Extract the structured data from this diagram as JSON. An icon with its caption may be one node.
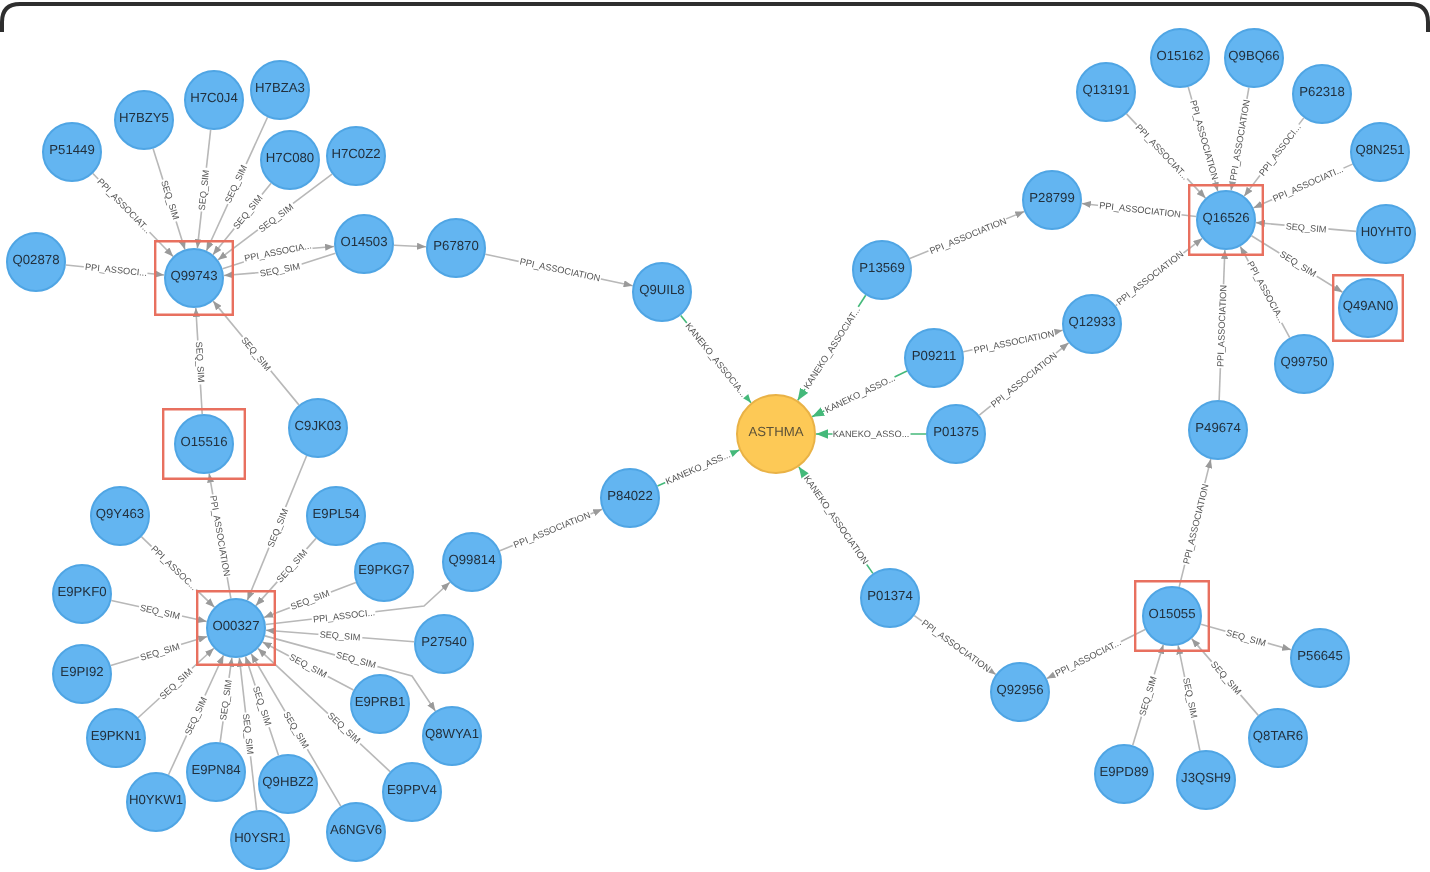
{
  "diagram": {
    "nodes": [
      {
        "text": [],
        "shape": "box"
      },
      {
        "text": [
          "Q99743"
        ],
        "in": 0
      },
      {
        "text": [
          "Q02878"
        ]
      },
      {
        "text": [
          "P51449"
        ]
      },
      {
        "text": [
          "H7BZY5"
        ]
      },
      {
        "text": [
          "H7C0J4"
        ]
      },
      {
        "text": [
          "H7BZA3"
        ]
      },
      {
        "text": [
          "H7C080"
        ]
      },
      {
        "text": [
          "H7C0Z2"
        ]
      },
      {
        "text": [
          "O14503"
        ]
      },
      {
        "text": [
          "P67870"
        ]
      },
      {
        "text": [
          "Q9UIL8"
        ]
      },
      {
        "text": [],
        "shape": "box"
      },
      {
        "text": [
          "O15516"
        ],
        "in": 12
      },
      {
        "text": [
          "C9JK03"
        ]
      },
      {
        "text": [],
        "shape": "box"
      },
      {
        "text": [
          "O00327"
        ],
        "in": 15
      },
      {
        "text": [
          "Q9Y463"
        ]
      },
      {
        "text": [
          "E9PL54"
        ]
      },
      {
        "text": [
          "E9PKF0"
        ]
      },
      {
        "text": [
          "E9PKG7"
        ]
      },
      {
        "text": [
          "Q99814"
        ]
      },
      {
        "text": [
          "P27540"
        ]
      },
      {
        "text": [
          "E9PI92"
        ]
      },
      {
        "text": [
          "E9PRB1"
        ]
      },
      {
        "text": [
          "Q8WYA1"
        ]
      },
      {
        "text": [
          "E9PKN1"
        ]
      },
      {
        "text": [
          "E9PN84"
        ]
      },
      {
        "text": [
          "Q9HBZ2"
        ]
      },
      {
        "text": [
          "E9PPV4"
        ]
      },
      {
        "text": [
          "H0YKW1"
        ]
      },
      {
        "text": [
          "A6NGV6"
        ]
      },
      {
        "text": [
          "H0YSR1"
        ]
      },
      {
        "text": [
          "P84022"
        ]
      },
      {
        "text": [
          "ASTHMA"
        ]
      },
      {
        "text": [
          "P13569"
        ]
      },
      {
        "text": [
          "P09211"
        ]
      },
      {
        "text": [
          "P01375"
        ]
      },
      {
        "text": [
          "P01374"
        ]
      },
      {
        "text": [
          "Q13191"
        ]
      },
      {
        "text": [
          "O15162"
        ]
      },
      {
        "text": [
          "Q9BQ66"
        ]
      },
      {
        "text": [
          "P62318"
        ]
      },
      {
        "text": [
          "Q8N251"
        ]
      },
      {
        "text": [
          "P28799"
        ]
      },
      {
        "text": [],
        "shape": "box"
      },
      {
        "text": [
          "Q16526"
        ],
        "in": 45
      },
      {
        "text": [
          "H0YHT0"
        ]
      },
      {
        "text": [
          "Q12933"
        ]
      },
      {
        "text": [],
        "shape": "box"
      },
      {
        "text": [
          "Q49AN0"
        ],
        "in": 49
      },
      {
        "text": [
          "Q99750"
        ]
      },
      {
        "text": [
          "P49674"
        ]
      },
      {
        "text": [],
        "shape": "box"
      },
      {
        "text": [
          "O15055"
        ],
        "in": 53
      },
      {
        "text": [
          "P56645"
        ]
      },
      {
        "text": [
          "Q92956"
        ]
      },
      {
        "text": [
          "Q8TAR6"
        ]
      },
      {
        "text": [
          "E9PD89"
        ]
      },
      {
        "text": [
          "J3QSH9"
        ]
      }
    ],
    "edges": [
      {
        "from": 2,
        "to": 1,
        "arrow": "to",
        "label": "PPI_ASSOCI..."
      },
      {
        "from": 3,
        "to": 1,
        "arrow": "to",
        "label": "PPI_ASSOCIAT..."
      },
      {
        "from": 4,
        "to": 1,
        "arrow": "to",
        "label": "SEQ_SIM"
      },
      {
        "from": 5,
        "to": 1,
        "arrow": "to",
        "label": "SEQ_SIM"
      },
      {
        "from": 6,
        "to": 1,
        "arrow": "to",
        "label": "SEQ_SIM"
      },
      {
        "from": 7,
        "to": 1,
        "arrow": "to",
        "label": "SEQ_SIM"
      },
      {
        "from": 8,
        "to": 1,
        "arrow": "to",
        "label": "SEQ_SIM"
      },
      {
        "from": 1,
        "to": 9,
        "arrow": "to",
        "label": "PPI_ASSOCIA..."
      },
      {
        "from": 9,
        "to": 1,
        "arrow": "to",
        "label": "SEQ_SIM"
      },
      {
        "from": 9,
        "to": 10,
        "arrow": "to"
      },
      {
        "from": 10,
        "to": 11,
        "arrow": "to",
        "label": "PPI_ASSOCIATION"
      },
      {
        "from": 11,
        "to": 34,
        "arrow": "to",
        "label": "KANEKO_ASSOCIA...",
        "color": "#44b97a"
      },
      {
        "from": 13,
        "to": 1,
        "arrow": "to",
        "label": "SEQ_SIM"
      },
      {
        "from": 14,
        "to": 1,
        "arrow": "to",
        "label": "SEQ_SIM"
      },
      {
        "from": 16,
        "to": 13,
        "arrow": "to",
        "label": "PPI_ASSOCIATION"
      },
      {
        "from": 14,
        "to": 16,
        "arrow": "to",
        "label": "SEQ_SIM"
      },
      {
        "from": 17,
        "to": 16,
        "arrow": "to",
        "label": "PPI_ASSOC..."
      },
      {
        "from": 18,
        "to": 16,
        "arrow": "to",
        "label": "SEQ_SIM"
      },
      {
        "from": 19,
        "to": 16,
        "arrow": "to",
        "label": "SEQ_SIM"
      },
      {
        "from": 20,
        "to": 16,
        "arrow": "to",
        "label": "SEQ_SIM"
      },
      {
        "from": 16,
        "to": 21,
        "arrow": "to",
        "label": "PPI_ASSOCI..."
      },
      {
        "from": 22,
        "to": 16,
        "arrow": "to",
        "label": "SEQ_SIM"
      },
      {
        "from": 23,
        "to": 16,
        "arrow": "to",
        "label": "SEQ_SIM"
      },
      {
        "from": 24,
        "to": 16,
        "arrow": "to",
        "label": "SEQ_SIM"
      },
      {
        "from": 16,
        "to": 25,
        "arrow": "to",
        "label": "SEQ_SIM"
      },
      {
        "from": 26,
        "to": 16,
        "arrow": "to",
        "label": "SEQ_SIM"
      },
      {
        "from": 27,
        "to": 16,
        "arrow": "to",
        "label": "SEQ_SIM"
      },
      {
        "from": 28,
        "to": 16,
        "arrow": "to",
        "label": "SEQ_SIM"
      },
      {
        "from": 29,
        "to": 16,
        "arrow": "to",
        "label": "SEQ_SIM"
      },
      {
        "from": 30,
        "to": 16,
        "arrow": "to",
        "label": "SEQ_SIM"
      },
      {
        "from": 31,
        "to": 16,
        "arrow": "to",
        "label": "SEQ_SIM"
      },
      {
        "from": 32,
        "to": 16,
        "arrow": "to",
        "label": "SEQ_SIM"
      },
      {
        "from": 21,
        "to": 33,
        "arrow": "to",
        "label": "PPI_ASSOCIATION"
      },
      {
        "from": 33,
        "to": 34,
        "arrow": "to",
        "label": "KANEKO_ASS...",
        "color": "#44b97a"
      },
      {
        "from": 35,
        "to": 34,
        "arrow": "to",
        "label": "KANEKO_ASSOCIAT...",
        "color": "#44b97a"
      },
      {
        "from": 36,
        "to": 34,
        "arrow": "to",
        "label": "KANEKO_ASSO...",
        "color": "#44b97a"
      },
      {
        "from": 37,
        "to": 34,
        "arrow": "to",
        "label": "KANEKO_ASSO...",
        "color": "#44b97a"
      },
      {
        "from": 38,
        "to": 34,
        "arrow": "to",
        "label": "KANEKO_ASSOCIATION",
        "color": "#44b97a"
      },
      {
        "from": 35,
        "to": 44,
        "arrow": "to",
        "label": "PPI_ASSOCIATION"
      },
      {
        "from": 46,
        "to": 44,
        "arrow": "to",
        "label": "PPI_ASSOCIATION"
      },
      {
        "from": 36,
        "to": 48,
        "arrow": "to",
        "label": "PPI_ASSOCIATION"
      },
      {
        "from": 37,
        "to": 48,
        "arrow": "to",
        "label": "PPI_ASSOCIATION"
      },
      {
        "from": 48,
        "to": 46,
        "arrow": "to",
        "label": "PPI_ASSOCIATION"
      },
      {
        "from": 39,
        "to": 46,
        "arrow": "to",
        "label": "PPI_ASSOCIAT..."
      },
      {
        "from": 40,
        "to": 46,
        "arrow": "to",
        "label": "PPI_ASSOCIATION"
      },
      {
        "from": 41,
        "to": 46,
        "arrow": "to",
        "label": "PPI_ASSOCIATION"
      },
      {
        "from": 42,
        "to": 46,
        "arrow": "to",
        "label": "PPI_ASSOCI..."
      },
      {
        "from": 43,
        "to": 46,
        "arrow": "to",
        "label": "PPI_ASSOCIATI..."
      },
      {
        "from": 47,
        "to": 46,
        "arrow": "to",
        "label": "SEQ_SIM"
      },
      {
        "from": 46,
        "to": 50,
        "arrow": "to",
        "label": "SEQ_SIM"
      },
      {
        "from": 51,
        "to": 46,
        "arrow": "to",
        "label": "PPI_ASSOCIA..."
      },
      {
        "from": 52,
        "to": 46,
        "arrow": "to",
        "label": "PPI_ASSOCIATION"
      },
      {
        "from": 54,
        "to": 52,
        "arrow": "to",
        "label": "PPI_ASSOCIATION"
      },
      {
        "from": 54,
        "to": 56,
        "arrow": "to",
        "label": "PPI_ASSOCIAT..."
      },
      {
        "from": 38,
        "to": 56,
        "arrow": "to",
        "label": "PPI_ASSOCIATION"
      },
      {
        "from": 54,
        "to": 55,
        "arrow": "to",
        "label": "SEQ_SIM"
      },
      {
        "from": 57,
        "to": 54,
        "arrow": "to",
        "label": "SEQ_SIM"
      },
      {
        "from": 58,
        "to": 54,
        "arrow": "to",
        "label": "SEQ_SIM"
      },
      {
        "from": 59,
        "to": 54,
        "arrow": "to",
        "label": "SEQ_SIM"
      }
    ]
  }
}
